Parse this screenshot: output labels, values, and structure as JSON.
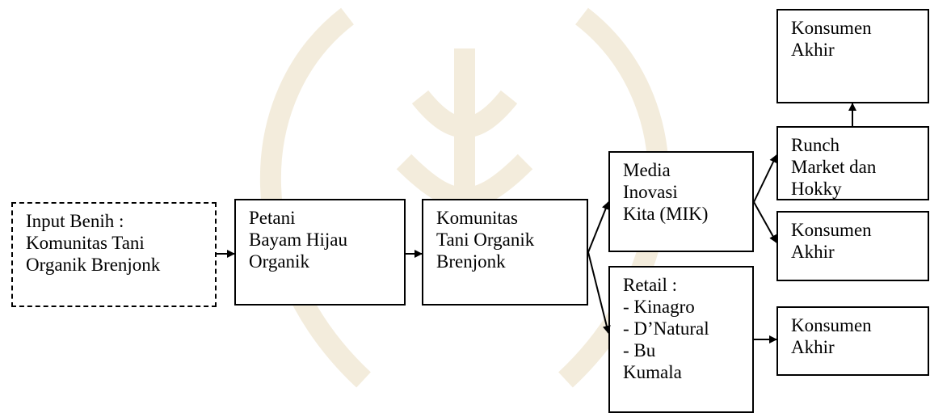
{
  "nodes": {
    "input_benih": "Input Benih :\nKomunitas Tani\nOrganik Brenjonk",
    "petani": "Petani\nBayam Hijau\nOrganik",
    "komunitas": "Komunitas\nTani Organik\nBrenjonk",
    "mik": "Media\nInovasi\nKita (MIK)",
    "retail": "Retail :\n- Kinagro\n- D’Natural\n- Bu\n  Kumala",
    "runch": "Runch\nMarket dan\nHokky",
    "konsumen_top": "Konsumen\nAkhir",
    "konsumen_mid": "Konsumen\nAkhir",
    "konsumen_bottom": "Konsumen\nAkhir"
  },
  "colors": {
    "line": "#000000",
    "watermark": "#f3ecdc"
  }
}
